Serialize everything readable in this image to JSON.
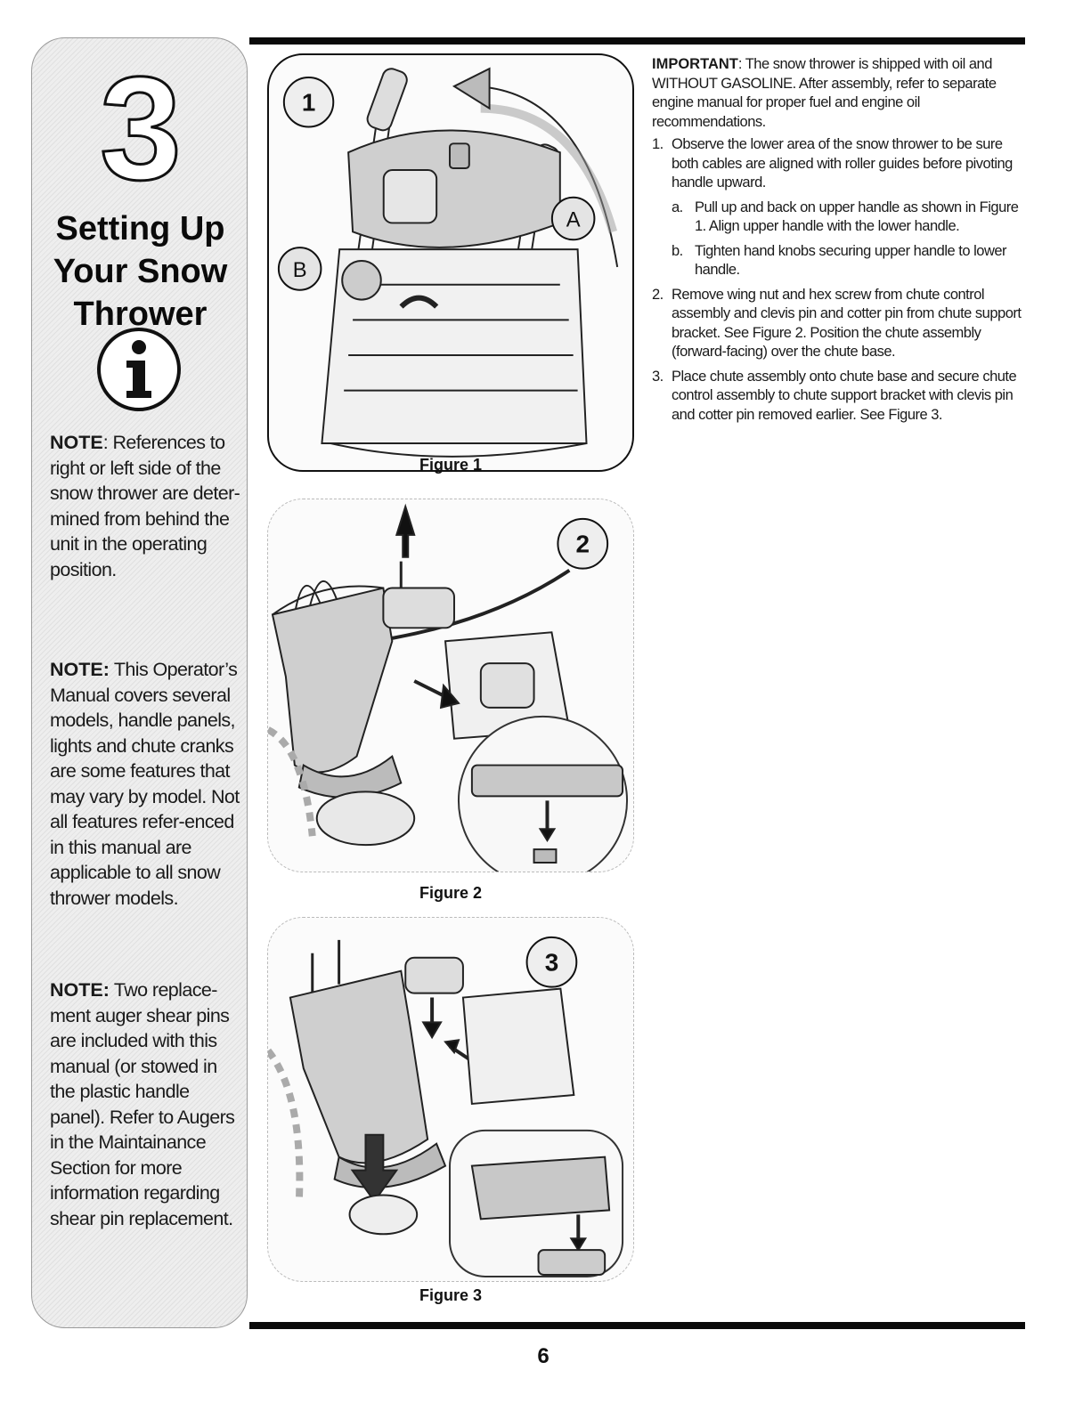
{
  "sidebar": {
    "section_number": "3",
    "title_lines": [
      "Setting Up",
      "Your Snow",
      "Thrower"
    ],
    "notes": [
      {
        "label": "NOTE",
        "text": ": References to right or left side of the snow thrower are deter-mined from behind the unit in the operating position."
      },
      {
        "label": "NOTE:",
        "text": " This Operator’s Manual covers several models, handle panels, lights and chute cranks are some features that may vary by model. Not all features refer-enced in this manual are applicable to all snow thrower models."
      },
      {
        "label": "NOTE:",
        "text": " Two replace-ment auger shear pins are included with this manual (or stowed in the plastic handle panel). Refer to Augers in the Maintainance Section for more information regarding shear pin replacement."
      }
    ]
  },
  "figures": [
    {
      "caption": "Figure 1",
      "callouts": [
        "1",
        "A",
        "B"
      ]
    },
    {
      "caption": "Figure 2",
      "callouts": [
        "2"
      ]
    },
    {
      "caption": "Figure 3",
      "callouts": [
        "3"
      ]
    }
  ],
  "main": {
    "important_label": "IMPORTANT",
    "important_text": ": The snow thrower is shipped with oil and WITHOUT GASOLINE. After assembly, refer to separate engine manual for proper fuel and engine oil recommendations.",
    "steps": [
      {
        "num": "1.",
        "text": "Observe the lower area of the snow thrower to be sure both cables are aligned with roller guides before pivoting handle upward.",
        "substeps": [
          {
            "num": "a.",
            "text": "Pull up and back on upper handle as shown in Figure 1. Align upper handle with the lower handle."
          },
          {
            "num": "b.",
            "text": "Tighten hand knobs securing upper handle to lower handle."
          }
        ]
      },
      {
        "num": "2.",
        "text": "Remove wing nut and hex screw from chute control assembly and clevis pin and cotter pin from chute support bracket. See Figure 2. Position the chute assembly (forward-facing) over the chute base."
      },
      {
        "num": "3.",
        "text": "Place chute assembly onto chute base and secure chute control assembly to chute support bracket with clevis pin and cotter pin removed earlier. See Figure 3."
      }
    ]
  },
  "page_number": "6"
}
